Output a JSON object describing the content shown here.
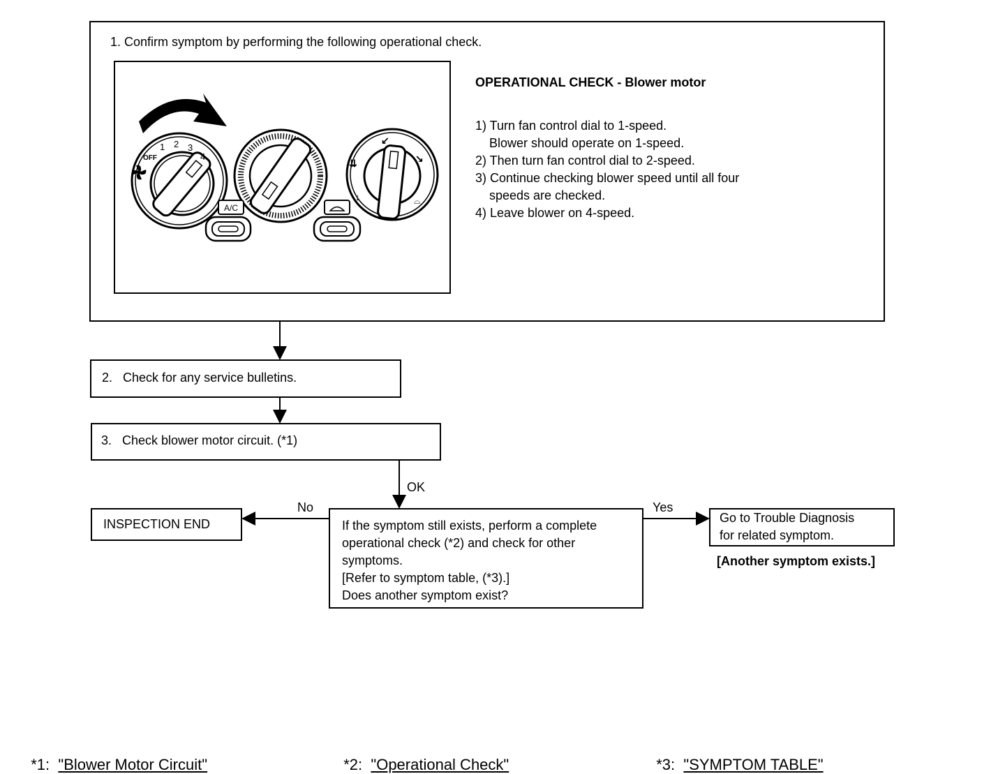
{
  "step1": {
    "title": "1. Confirm symptom by performing the following operational check.",
    "check_heading": "OPERATIONAL CHECK - Blower motor",
    "check_lines": [
      "1) Turn fan control dial to 1-speed.",
      "    Blower should operate on 1-speed.",
      "2) Then turn fan control dial to 2-speed.",
      "3) Continue checking blower speed until all four",
      "    speeds are checked.",
      "4) Leave blower on 4-speed."
    ],
    "illustration": {
      "fan_dial_labels": [
        "OFF",
        "1",
        "2",
        "3",
        "4"
      ],
      "ac_button_label": "A/C",
      "recirc_icon": "car-recirculation-icon",
      "fan_icon": "fan-icon",
      "mode_icons": [
        "vent-icon",
        "bi-level-icon",
        "foot-icon",
        "foot-defrost-icon",
        "defrost-icon"
      ]
    }
  },
  "step2": {
    "label": "2.   Check for any service bulletins."
  },
  "step3": {
    "label": "3.   Check blower motor circuit. (*1)"
  },
  "ok_label": "OK",
  "no_label": "No",
  "yes_label": "Yes",
  "decision": {
    "lines": [
      "If the symptom still exists, perform a complete",
      "operational check (*2) and check for other",
      "symptoms.",
      "[Refer to symptom table, (*3).]",
      "Does another symptom exist?"
    ]
  },
  "inspection_end": "INSPECTION END",
  "goto": {
    "lines": [
      "Go to Trouble Diagnosis",
      "for related symptom."
    ]
  },
  "another_symptom": "[Another symptom exists.]",
  "footnotes": [
    {
      "mark": "*1:",
      "link": "\"Blower Motor Circuit\""
    },
    {
      "mark": "*2:",
      "link": "\"Operational Check\""
    },
    {
      "mark": "*3:",
      "link": "\"SYMPTOM TABLE\""
    }
  ]
}
